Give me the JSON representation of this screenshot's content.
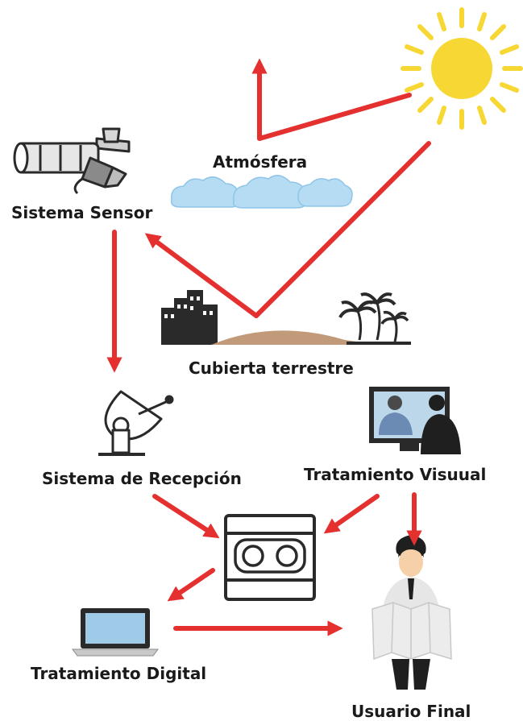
{
  "labels": {
    "atmosphere": "Atmósfera",
    "sensor_system": "Sistema Sensor",
    "land_cover": "Cubierta terrestre",
    "reception_system": "Sistema de Recepción",
    "visual_processing": "Tratamiento Visuual",
    "digital_processing": "Tratamiento Digital",
    "end_user": "Usuario Final"
  },
  "colors": {
    "arrow": "#e53030",
    "sun": "#f7d733",
    "cloud": "#b6dcf3",
    "cloud_stroke": "#8ec5e8",
    "icon_dark": "#2a2a2a",
    "sand": "#c19a7a"
  },
  "icons": [
    "sun-icon",
    "cloud-icon",
    "telescope-sensor-icon",
    "city-icon",
    "palm-trees-icon",
    "satellite-dish-icon",
    "tv-viewers-icon",
    "processor-unit-icon",
    "laptop-icon",
    "user-map-icon"
  ]
}
